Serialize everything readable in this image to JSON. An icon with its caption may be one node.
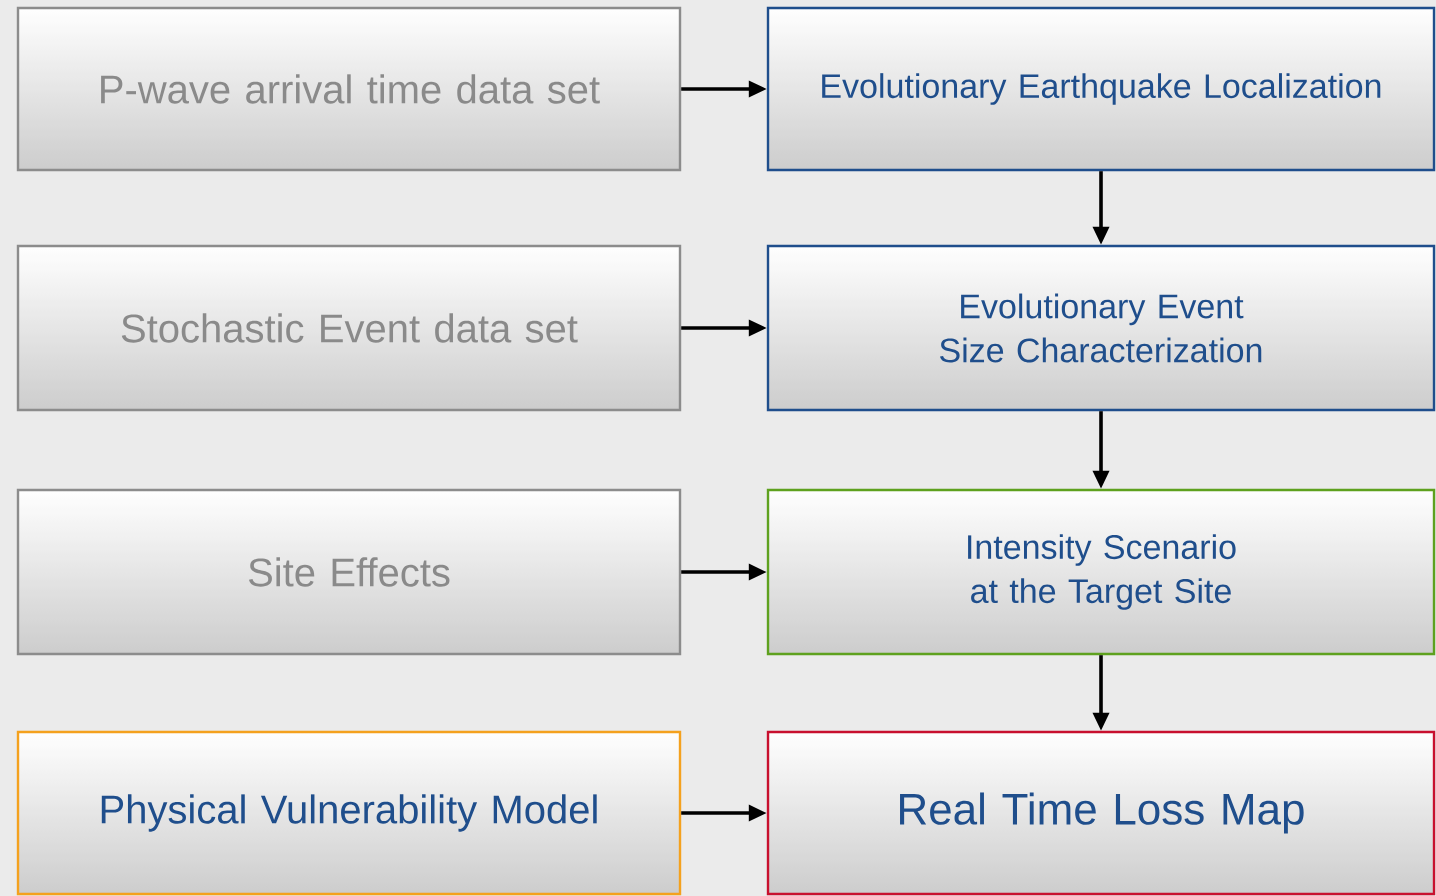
{
  "diagram": {
    "nodes": [
      {
        "text": [
          "P-wave arrival time data set"
        ]
      },
      {
        "text": [
          "Evolutionary Earthquake Localization"
        ]
      },
      {
        "text": [
          "Stochastic Event data set"
        ]
      },
      {
        "text": [
          "Evolutionary Event Size Characterization"
        ]
      },
      {
        "text": [
          "Site Effects"
        ]
      },
      {
        "text": [
          "Intensity Scenario at the Target Site"
        ]
      },
      {
        "text": [
          "Physical Vulnerability Model"
        ]
      },
      {
        "text": [
          "Real Time Loss Map"
        ]
      }
    ],
    "edges": [
      {
        "from": 0,
        "to": 1,
        "arrow": "to"
      },
      {
        "from": 1,
        "to": 3,
        "arrow": "to"
      },
      {
        "from": 2,
        "to": 3,
        "arrow": "to"
      },
      {
        "from": 3,
        "to": 5,
        "arrow": "to"
      },
      {
        "from": 4,
        "to": 5,
        "arrow": "to"
      },
      {
        "from": 5,
        "to": 7,
        "arrow": "to"
      },
      {
        "from": 6,
        "to": 7,
        "arrow": "to"
      }
    ]
  }
}
